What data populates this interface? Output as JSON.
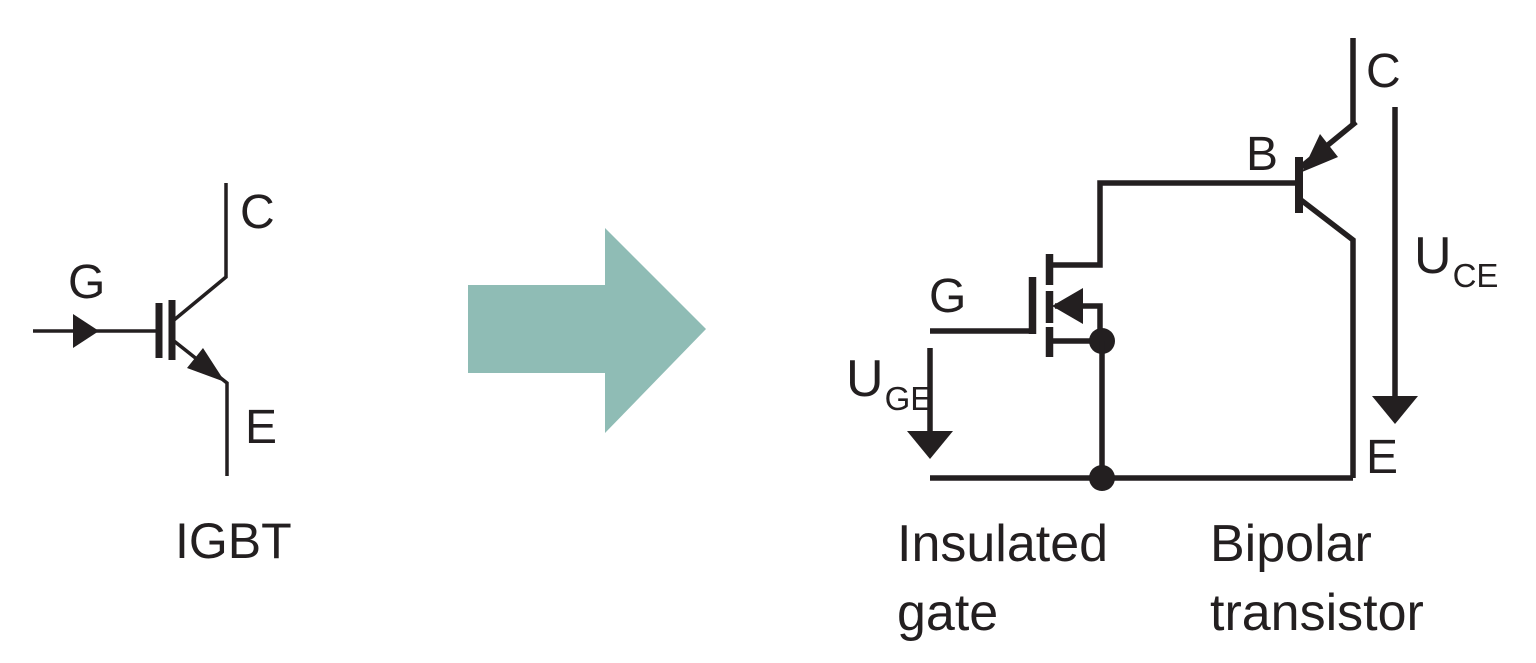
{
  "colors": {
    "ink": "#231f20",
    "accent": "#8fbcb5",
    "background": "#ffffff"
  },
  "igbt_symbol": {
    "gate_label": "G",
    "collector_label": "C",
    "emitter_label": "E",
    "caption": "IGBT"
  },
  "transform_arrow": {
    "direction": "right",
    "color": "#8fbcb5"
  },
  "equivalent_circuit": {
    "gate_label": "G",
    "base_label": "B",
    "collector_label": "C",
    "emitter_label": "E",
    "u_ge": {
      "symbol": "U",
      "subscript": "GE"
    },
    "u_ce": {
      "symbol": "U",
      "subscript": "CE"
    },
    "mosfet_caption_line1": "Insulated",
    "mosfet_caption_line2": "gate",
    "bjt_caption_line1": "Bipolar",
    "bjt_caption_line2": "transistor"
  }
}
